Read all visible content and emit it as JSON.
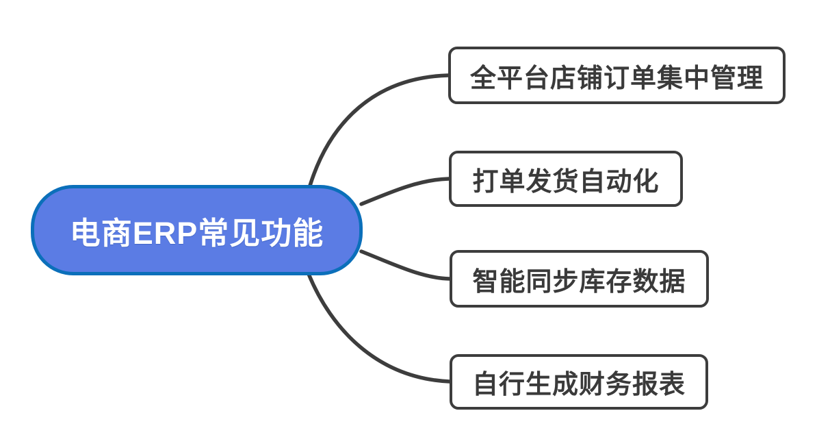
{
  "diagram": {
    "type": "mindmap",
    "background_color": "#ffffff",
    "root": {
      "label": "电商ERP常见功能",
      "fill_color": "#5b7ce4",
      "border_color": "#0b6fba",
      "text_color": "#ffffff"
    },
    "branches": [
      {
        "label": "全平台店铺订单集中管理"
      },
      {
        "label": "打单发货自动化"
      },
      {
        "label": "智能同步库存数据"
      },
      {
        "label": "自行生成财务报表"
      }
    ],
    "branch_style": {
      "fill_color": "#ffffff",
      "border_color": "#3d3d3d",
      "text_color": "#3a3a3a"
    },
    "connector_color": "#3d3d3d"
  }
}
